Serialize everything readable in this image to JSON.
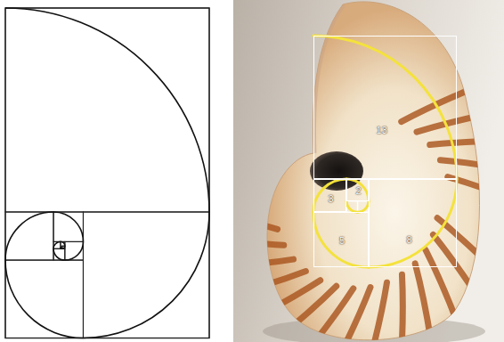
{
  "diagram": {
    "nodes": [
      {
        "text": [
          "13"
        ]
      },
      {
        "text": [
          "3"
        ]
      },
      {
        "text": [
          "2"
        ]
      },
      {
        "text": [
          "5"
        ]
      },
      {
        "text": [
          "8"
        ]
      }
    ]
  }
}
